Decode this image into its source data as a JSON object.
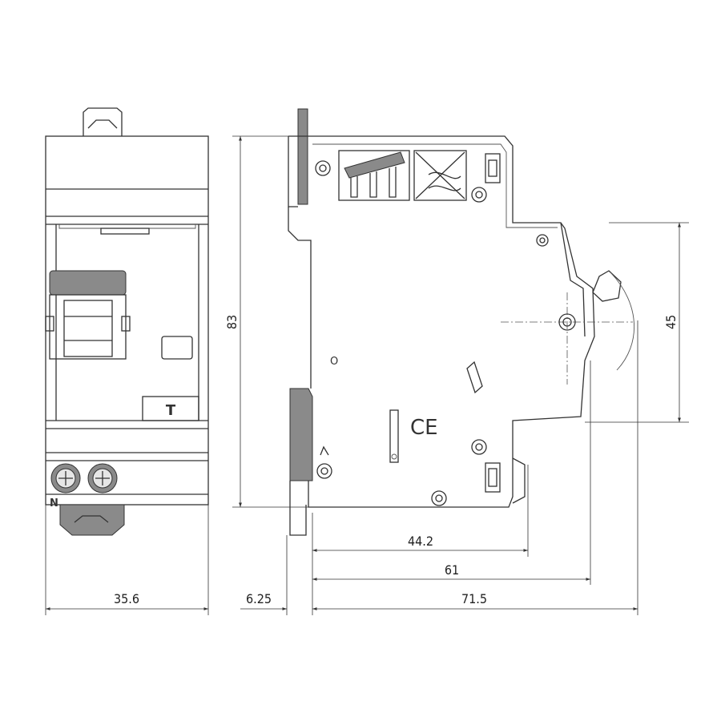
{
  "dimensions": {
    "front_width": "35.6",
    "height": "83",
    "rail_offset": "6.25",
    "terminal_depth": "44.2",
    "handle_depth": "61",
    "total_depth": "71.5",
    "front_height": "45"
  },
  "markings": {
    "test_button": "T",
    "neutral": "N",
    "ce": "CE",
    "off_symbol": "O"
  },
  "colors": {
    "line": "#333333",
    "background": "#ffffff"
  }
}
